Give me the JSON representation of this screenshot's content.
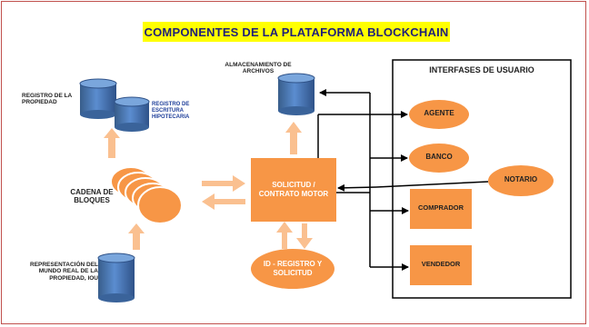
{
  "title": "COMPONENTES DE LA PLATAFORMA BLOCKCHAIN",
  "labels": {
    "registro_propiedad": "REGISTRO DE LA PROPIEDAD",
    "registro_escritura": "REGISTRO DE ESCRITURA HIPOTECARIA",
    "almacenamiento": "ALMACENAMIENTO DE ARCHIVOS",
    "cadena_bloques": "CADENA DE BLOQUES",
    "representacion": "REPRESENTACIÓN DEL MUNDO REAL DE LA PROPIEDAD, IOU",
    "solicitud": "SOLICITUD / CONTRATO MOTOR",
    "id_registro": "ID - REGISTRO Y SOLICITUD",
    "interfaces": "INTERFASES DE USUARIO",
    "agente": "AGENTE",
    "banco": "BANCO",
    "notario": "NOTARIO",
    "comprador": "COMPRADOR",
    "vendedor": "VENDEDOR"
  },
  "colors": {
    "orange": "#f79646",
    "orange_light": "#fac090",
    "blue": "#4f81bd",
    "blue_dark": "#385d8a",
    "blue_text": "#1f3f9a",
    "title_bg": "#ffff00",
    "frame": "#c0504d"
  }
}
